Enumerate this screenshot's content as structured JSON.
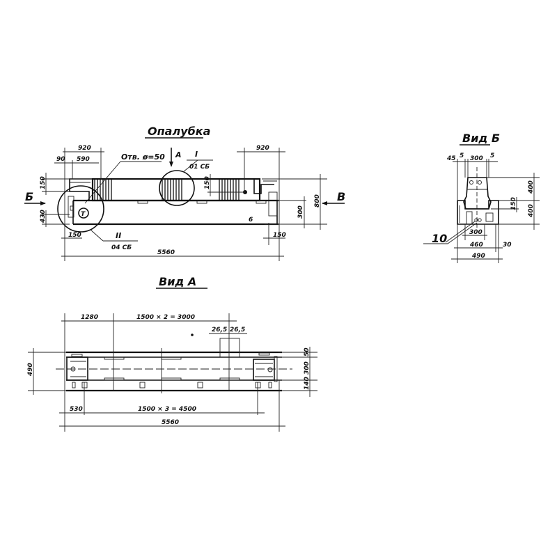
{
  "views": {
    "formwork": {
      "title": "Опалубка",
      "hole_note": "Отв. ø=50",
      "view_arrow_a": "А",
      "view_arrow_b": "Б",
      "view_arrow_v": "В",
      "detail_1": {
        "roman": "I",
        "sheet": "01 СБ"
      },
      "detail_2": {
        "roman": "II",
        "sheet": "04 СБ"
      },
      "marker_t": "Т",
      "dims": {
        "left_920": "920",
        "left_90": "90",
        "left_590": "590",
        "left_150_v": "150",
        "left_430_v": "430",
        "mid_150_v": "150",
        "right_920": "920",
        "right_800": "800",
        "right_300": "300",
        "right_6": "6",
        "bottom_150_l": "150",
        "bottom_150_r": "150",
        "total_5560": "5560"
      }
    },
    "view_b": {
      "title": "Вид Б",
      "dims": {
        "d45": "45",
        "d5a": "5",
        "d300_top": "300",
        "d5b": "5",
        "d400_top": "400",
        "d150": "150",
        "d400_bot": "400",
        "d300_bot": "300",
        "d460": "460",
        "d30": "30",
        "d490": "490"
      },
      "callout": "10"
    },
    "view_a": {
      "title": "Вид А",
      "dims": {
        "d1280": "1280",
        "d3000": "1500 × 2 = 3000",
        "d265a": "26,5",
        "d265b": "26,5",
        "d490_v": "490",
        "d50": "50",
        "d300_v": "300",
        "d140": "140",
        "d530": "530",
        "d4500": "1500 × 3 = 4500",
        "d5560": "5560"
      }
    }
  }
}
